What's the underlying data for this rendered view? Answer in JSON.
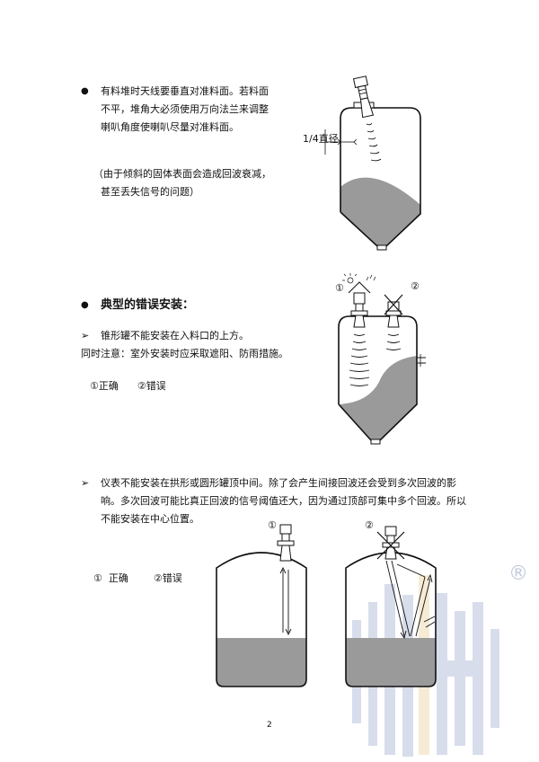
{
  "section1": {
    "bullet": "●",
    "lines": [
      "有料堆时天线要垂直对准料面。若料面",
      "不平，堆角大必须使用万向法兰来调整",
      "喇叭角度使喇叭尽量对准料面。"
    ],
    "note_lines": [
      "（由于倾斜的固体表面会造成回波衰减，",
      "甚至丢失信号的问题）"
    ],
    "figure_label": "1/4直径"
  },
  "section2": {
    "bullet": "●",
    "heading": "典型的错误安装：",
    "arrow": "➢",
    "line1": "锥形罐不能安装在入料口的上方。",
    "line2": "同时注意：室外安装时应采取遮阳、防雨措施。",
    "legend": "①正确      ②错误",
    "marker1": "①",
    "marker2": "②"
  },
  "section3": {
    "arrow": "➢",
    "lines": [
      "仪表不能安装在拱形或圆形罐顶中间。除了会产生间接回波还会受到多次回波的影",
      "响。多次回波可能比真正回波的信号阈值还大，因为通过顶部可集中多个回波。所以",
      "不能安装在中心位置。"
    ],
    "legend": "①  正确        ②错误",
    "marker1": "①",
    "marker2": "②"
  },
  "watermark": {
    "registered": "®"
  },
  "footer": {
    "page_number": "2"
  },
  "colors": {
    "material": "#9a9a9a",
    "watermark": "#b9c3de",
    "watermark_accent": "#f0dcb4"
  }
}
